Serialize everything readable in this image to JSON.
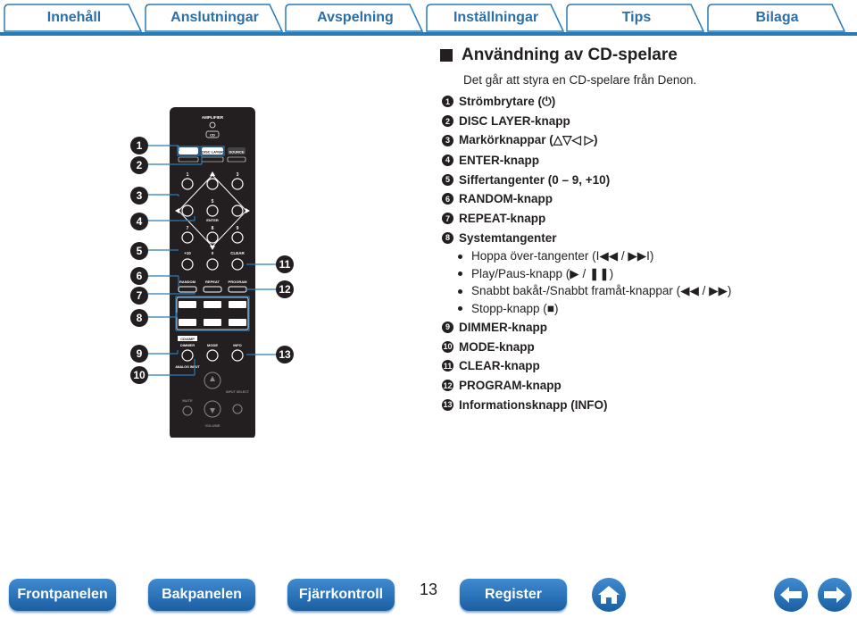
{
  "tabs": [
    "Innehåll",
    "Anslutningar",
    "Avspelning",
    "Inställningar",
    "Tips",
    "Bilaga"
  ],
  "heading": "Användning av CD-spelare",
  "intro": "Det går att styra en CD-spelare från Denon.",
  "items": [
    {
      "n": "1",
      "label": "Strömbrytare (⏻)"
    },
    {
      "n": "2",
      "label": "DISC LAYER-knapp"
    },
    {
      "n": "3",
      "label": "Markörknappar (△▽◁ ▷)"
    },
    {
      "n": "4",
      "label": "ENTER-knapp"
    },
    {
      "n": "5",
      "label": "Siffertangenter (0 – 9, +10)"
    },
    {
      "n": "6",
      "label": "RANDOM-knapp"
    },
    {
      "n": "7",
      "label": "REPEAT-knapp"
    },
    {
      "n": "8",
      "label": "Systemtangenter"
    }
  ],
  "subitems": [
    "Hoppa över-tangenter (I◀◀ / ▶▶I)",
    "Play/Paus-knapp (▶ / ❚❚)",
    "Snabbt bakåt-/Snabbt framåt-knappar (◀◀ / ▶▶)",
    "Stopp-knapp (■)"
  ],
  "items2": [
    {
      "n": "9",
      "label": "DIMMER-knapp"
    },
    {
      "n": "10",
      "label": "MODE-knapp"
    },
    {
      "n": "11",
      "label": "CLEAR-knapp"
    },
    {
      "n": "12",
      "label": "PROGRAM-knapp"
    },
    {
      "n": "13",
      "label": "Informationsknapp (INFO)"
    }
  ],
  "remote": {
    "amplifier": "AMPLIFIER",
    "cd": "CD",
    "disc_layer": "DISC LAYER",
    "source": "SOURCE",
    "enter": "ENTER",
    "plus10": "+10",
    "zero": "0",
    "clear": "CLEAR",
    "random": "RANDOM",
    "repeat": "REPEAT",
    "program": "PROGRAM",
    "cd_amp": "CD/AMP",
    "dimmer": "DIMMER",
    "mode": "MODE",
    "info": "INFO",
    "analog_input": "ANALOG INPUT",
    "mute": "MUTE",
    "input_select": "INPUT SELECT",
    "volume": "VOLUME",
    "n1": "1",
    "n2": "2",
    "n3": "3",
    "n5": "5",
    "n7": "7",
    "n8": "8",
    "n9": "9"
  },
  "callouts_left": [
    "1",
    "2",
    "3",
    "4",
    "5",
    "6",
    "7",
    "8",
    "9",
    "10"
  ],
  "callouts_right": [
    "11",
    "12",
    "13"
  ],
  "bottom": {
    "front": "Frontpanelen",
    "back": "Bakpanelen",
    "remote": "Fjärrkontroll",
    "page": "13",
    "index": "Register"
  },
  "icons": {
    "home": "home-icon",
    "back": "arrow-left-icon",
    "forward": "arrow-right-icon"
  },
  "colors": {
    "accent": "#2a7ab8",
    "button": "#1c5fa3"
  }
}
